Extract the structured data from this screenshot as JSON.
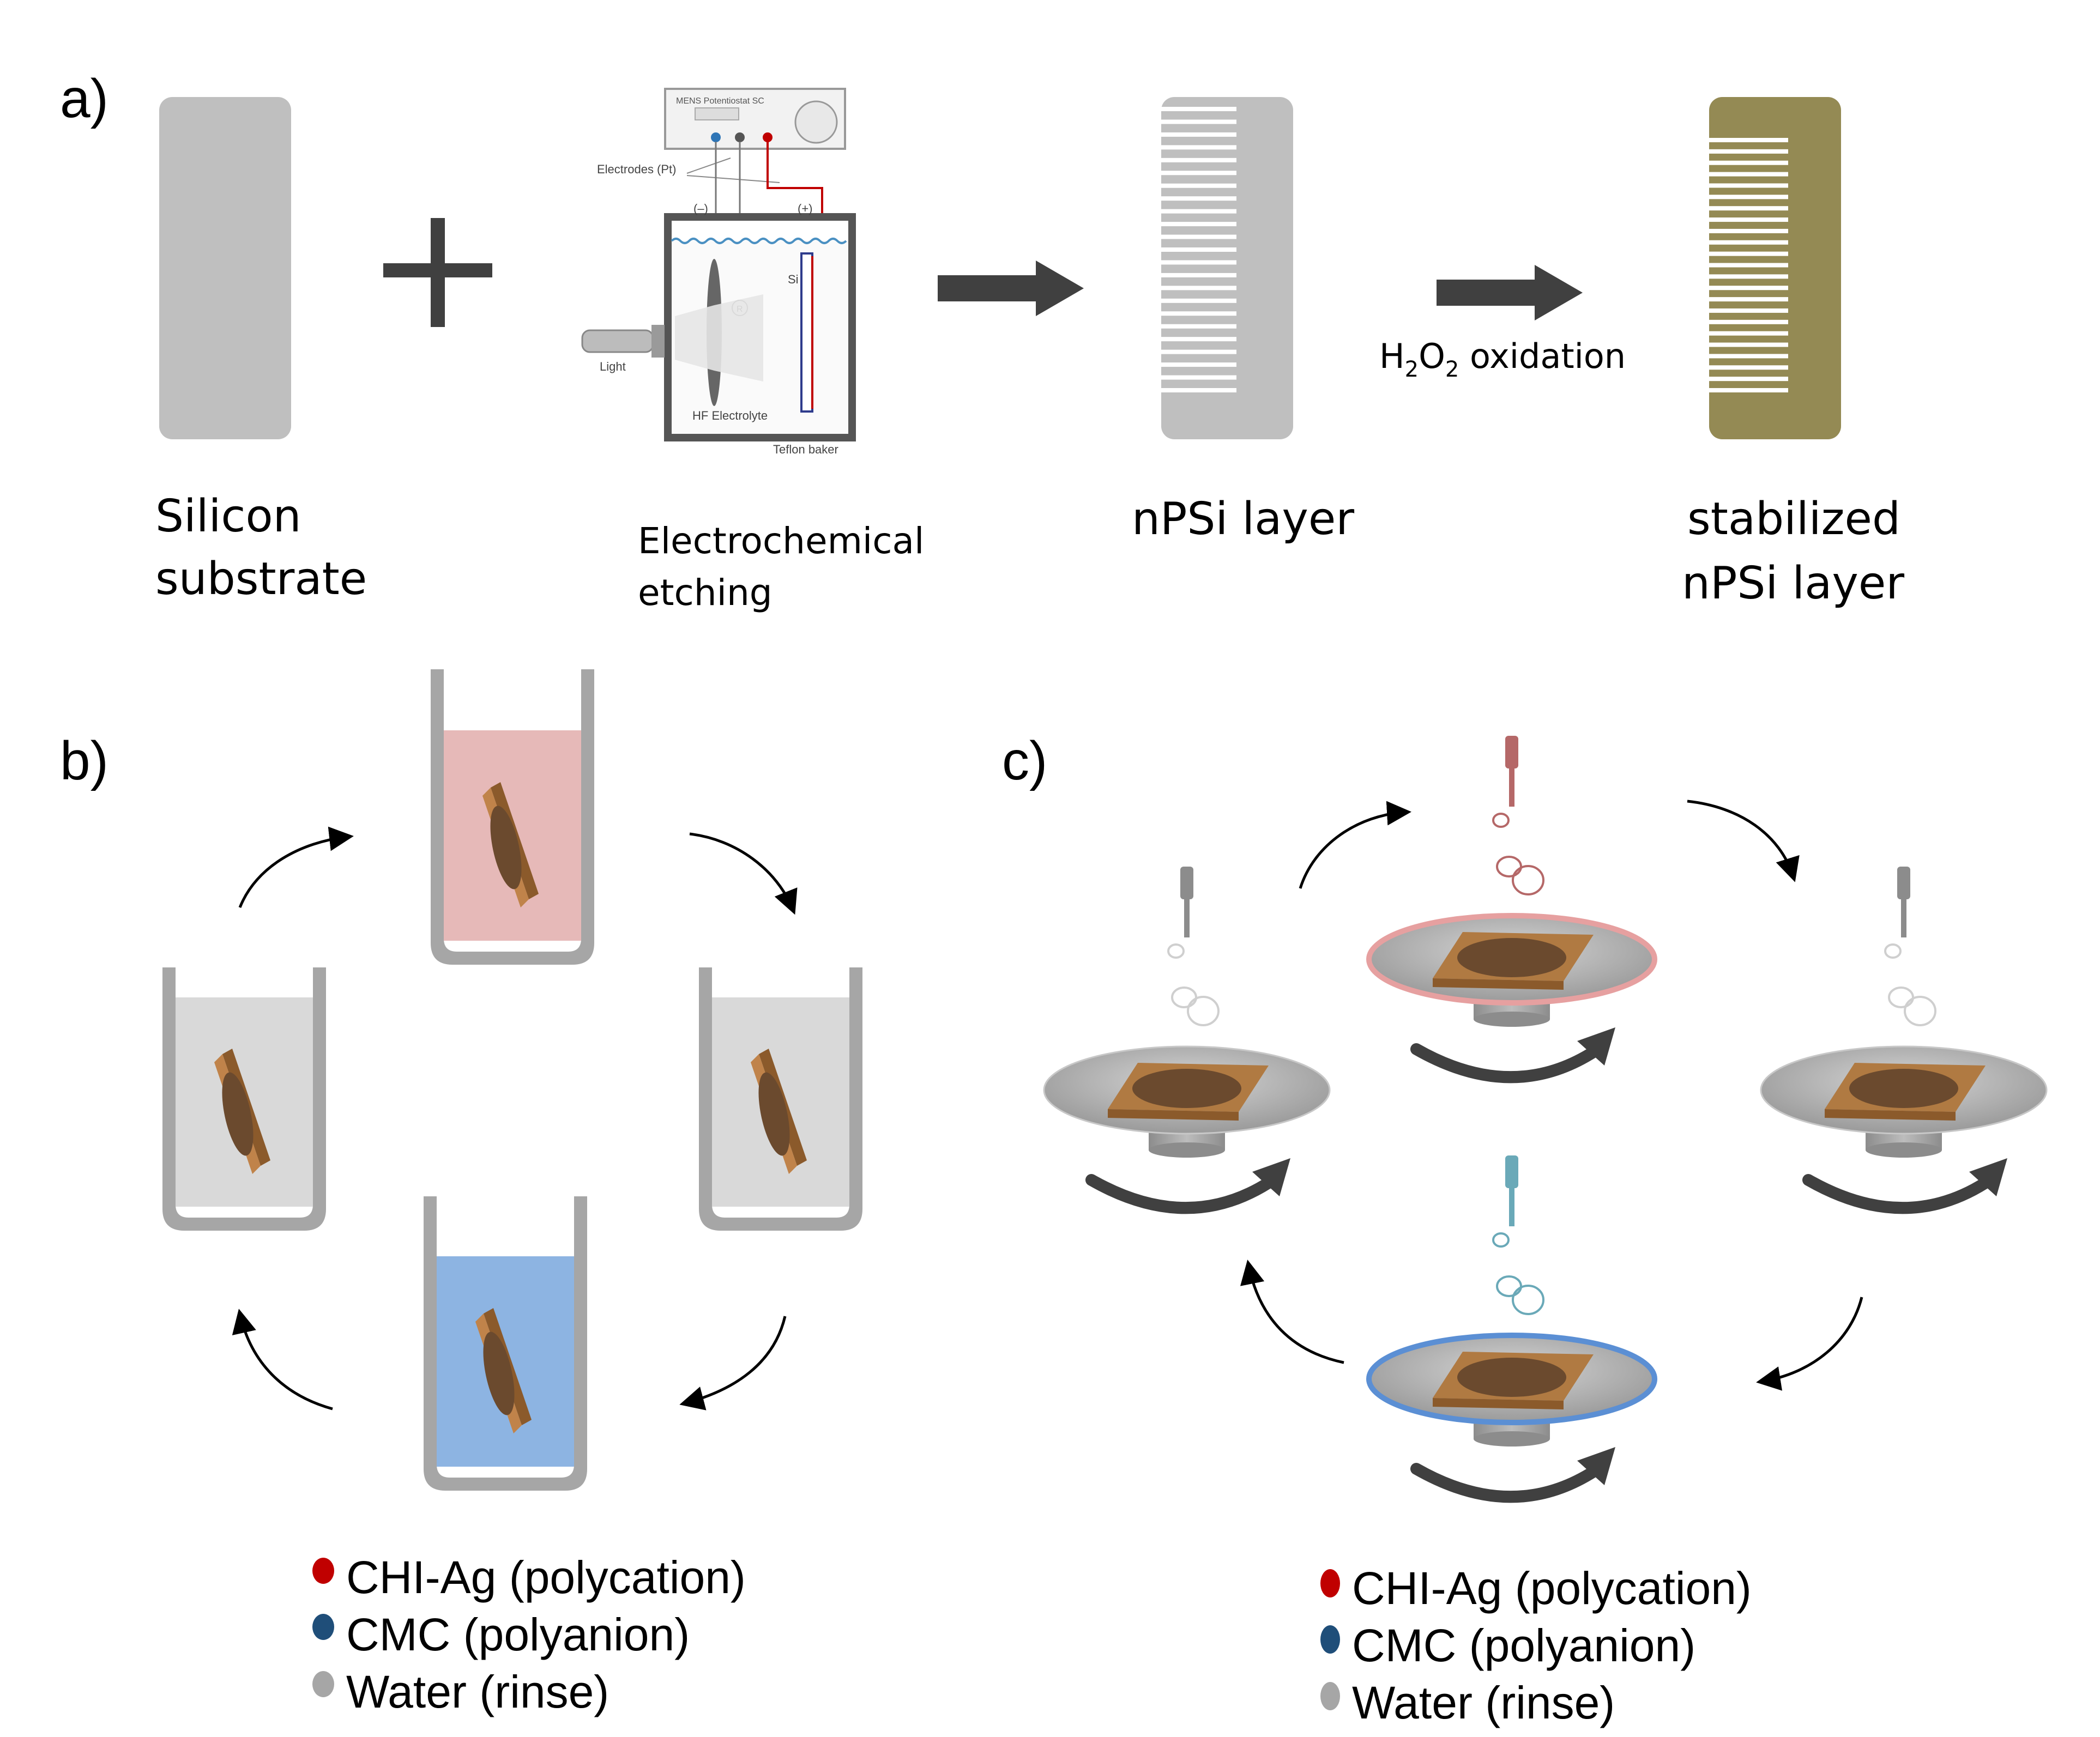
{
  "panel_a": {
    "label": "a)",
    "silicon_label_1": "Silicon",
    "silicon_label_2": "substrate",
    "etching_label_1": "Electrochemical",
    "etching_label_2": "etching",
    "npsi_label": "nPSi layer",
    "stabilized_label_1": "stabilized",
    "stabilized_label_2": "nPSi layer",
    "oxidation_prefix": "H",
    "oxidation_sub1": "2",
    "oxidation_mid": "O",
    "oxidation_sub2": "2",
    "oxidation_suffix": " oxidation",
    "apparatus": {
      "device_title": "MENS Potentiostat SC",
      "electrodes_label": "Electrodes (Pt)",
      "minus_label": "(–)",
      "plus_label": "(+)",
      "si_label": "Si",
      "r_label": "R",
      "light_label": "Light",
      "electrolyte_label": "HF Electrolyte",
      "baker_label": "Teflon baker"
    }
  },
  "panel_b": {
    "label": "b)",
    "legend": [
      {
        "text": "CHI-Ag (polycation)",
        "color": "#c00000"
      },
      {
        "text": "CMC (polyanion)",
        "color": "#1f4e79"
      },
      {
        "text": "Water (rinse)",
        "color": "#a6a6a6"
      }
    ]
  },
  "panel_c": {
    "label": "c)",
    "legend": [
      {
        "text": "CHI-Ag (polycation)",
        "color": "#c00000"
      },
      {
        "text": "CMC (polyanion)",
        "color": "#1f4e79"
      },
      {
        "text": "Water (rinse)",
        "color": "#a6a6a6"
      }
    ]
  },
  "colors": {
    "silicon": "#bfbfbf",
    "oxidized": "#948a54",
    "arrow_dark": "#404040",
    "polycation_fill": "#e6b9b8",
    "polyanion_fill": "#8db4e2",
    "rinse_fill": "#d9d9d9",
    "beaker": "#a6a6a6",
    "wood": "#c0834a",
    "wood_dark": "#8b5a2b",
    "porous": "#6b4a2e",
    "polycation_ring": "#e6a0a0",
    "polyanion_ring": "#5b8fd4",
    "polycation_dropper": "#b56868",
    "polyanion_dropper": "#6aa9b8"
  }
}
